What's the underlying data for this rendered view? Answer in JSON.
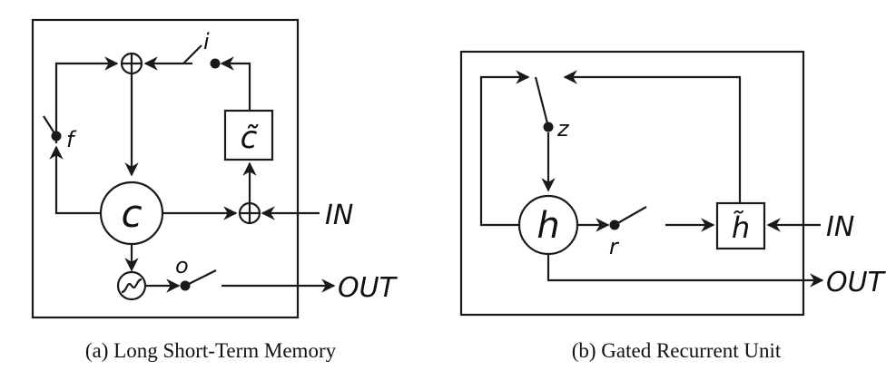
{
  "lstm": {
    "gate_i": "i",
    "gate_f": "f",
    "gate_o": "o",
    "cell": "c",
    "candidate": "c̃",
    "input": "IN",
    "output": "OUT",
    "caption": "(a) Long Short-Term Memory"
  },
  "gru": {
    "gate_z": "z",
    "gate_r": "r",
    "state": "h",
    "candidate": "h̃",
    "input": "IN",
    "output": "OUT",
    "caption": "(b) Gated Recurrent Unit"
  }
}
